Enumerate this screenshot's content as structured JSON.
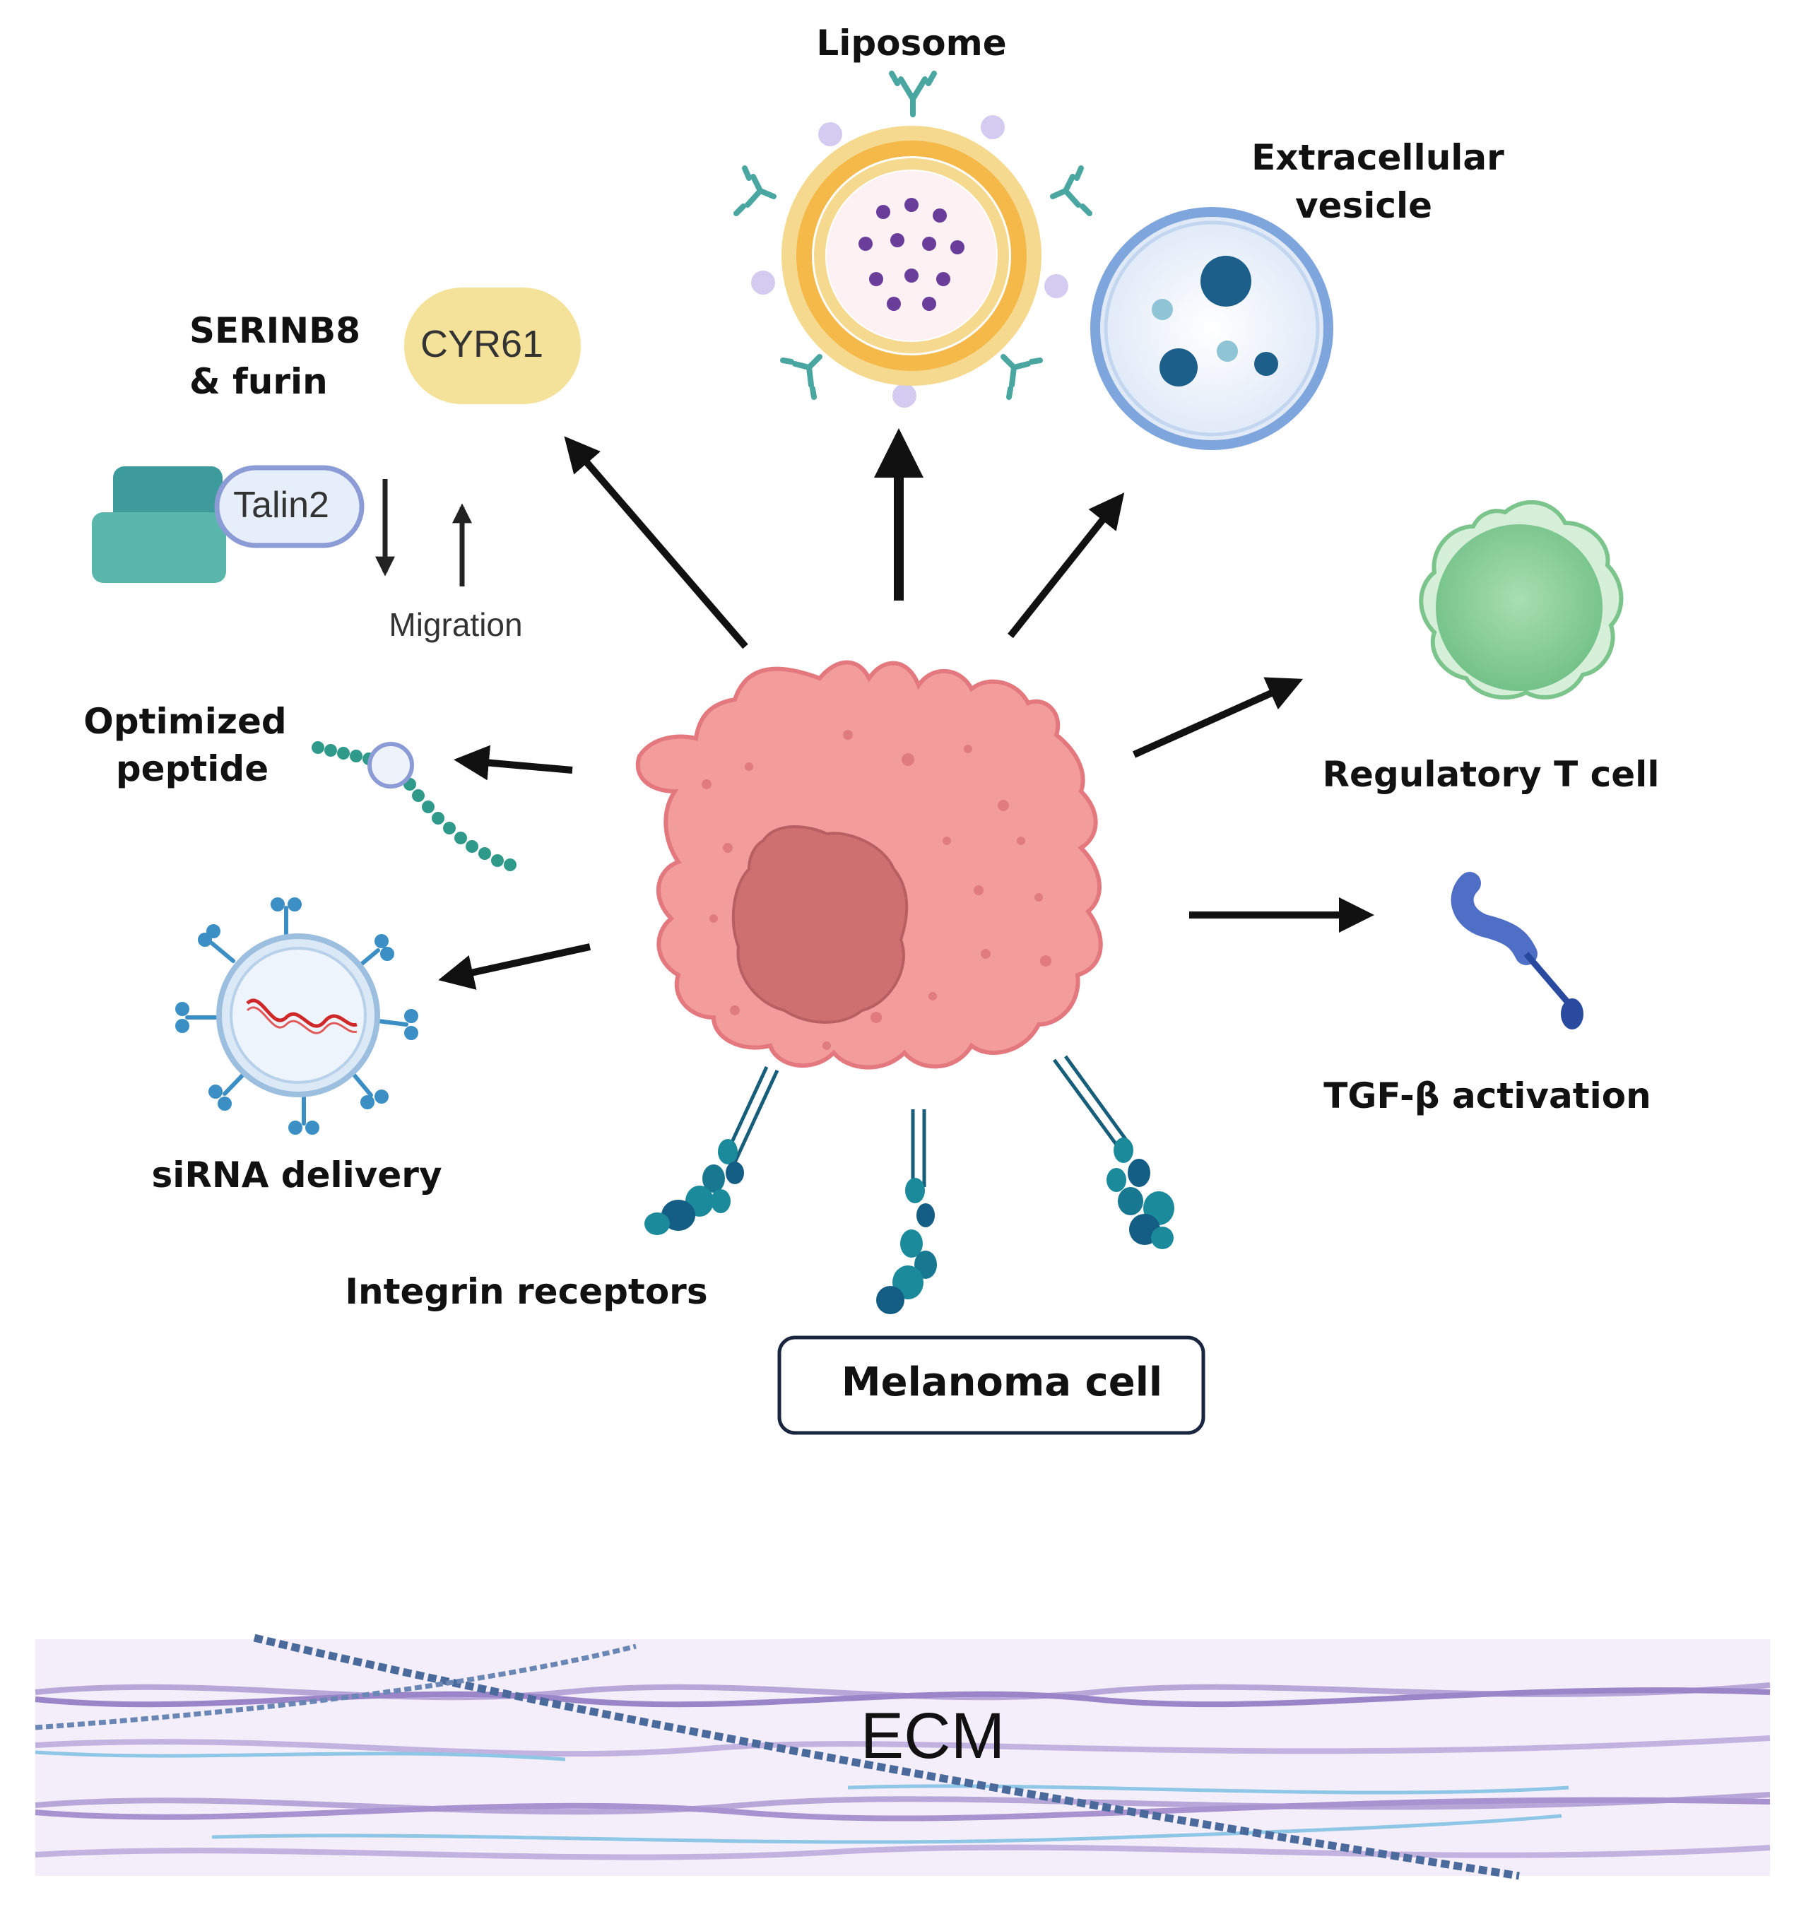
{
  "labels": {
    "liposome": "Liposome",
    "ev_line1": "Extracellular",
    "ev_line2": "vesicle",
    "serinb8_line1": "SERINB8",
    "serinb8_line2": "& furin",
    "cyr61": "CYR61",
    "talin2": "Talin2",
    "migration": "Migration",
    "peptide_line1": "Optimized",
    "peptide_line2": "peptide",
    "treg": "Regulatory T cell",
    "tgfb": "TGF-β activation",
    "sirna": "siRNA delivery",
    "integrin": "Integrin receptors",
    "melanoma": "Melanoma cell",
    "ecm": "ECM"
  },
  "colors": {
    "melanoma_cell": "#f29c9c",
    "melanoma_nucleus": "#cf7070",
    "liposome_ring": "#f5b94a",
    "cyr61_fill": "#f5e29a",
    "talin_fill": "#e6eef9",
    "talin_border": "#8b9bd6",
    "ev_ring": "#7fa6dc",
    "ev_dark": "#1c5f8a",
    "treg_fill": "#9fd8a8",
    "tgfb": "#4f6fc7",
    "integrin": "#1b8a9a",
    "ecm_band": "#f4eefa",
    "arrow": "#111111"
  }
}
